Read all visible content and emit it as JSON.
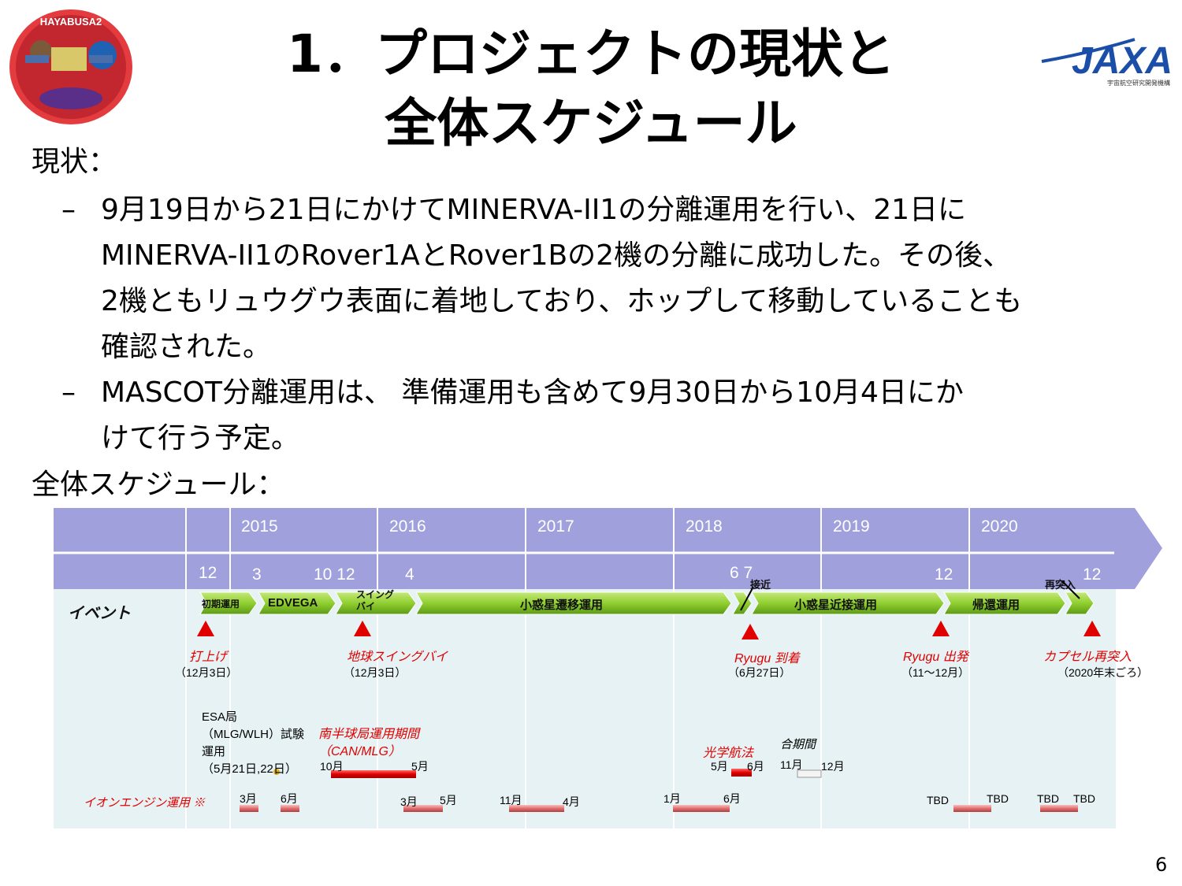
{
  "slide": {
    "title_line1": "1．プロジェクトの現状と",
    "title_line2": "全体スケジュール",
    "page_number": "6"
  },
  "logos": {
    "hayabusa_text": "HAYABUSA2",
    "jaxa_text": "JAXA",
    "jaxa_sub": "宇宙航空研究開発機構"
  },
  "status": {
    "heading": "現状：",
    "bullets": [
      {
        "dash": "–",
        "lines": [
          "9月19日から21日にかけてMINERVA-II1の分離運用を行い、21日に",
          "MINERVA-II1のRover1AとRover1Bの2機の分離に成功した。その後、",
          "2機ともリュウグウ表面に着地しており、ホップして移動していることも",
          "確認された。"
        ]
      },
      {
        "dash": "–",
        "lines": [
          "MASCOT分離運用は、 準備運用も含めて9月30日から10月4日にか",
          "けて行う予定。"
        ]
      }
    ]
  },
  "schedule": {
    "heading": "全体スケジュール：",
    "years": [
      "2015",
      "2016",
      "2017",
      "2018",
      "2019",
      "2020"
    ],
    "months": [
      "12",
      "3",
      "10 12",
      "4",
      "6 7",
      "12",
      "12"
    ],
    "event_label": "イベント",
    "phases": [
      "初期運用",
      "EDVEGA",
      "スイング\nバイ",
      "小惑星遷移運用",
      "小惑星近接運用",
      "帰還運用"
    ],
    "phase_notes": [
      "接近",
      "再突入"
    ],
    "milestones": [
      {
        "name": "打上げ",
        "date": "（12月3日）"
      },
      {
        "name": "地球スイングバイ",
        "date": "（12月3日）"
      },
      {
        "name": "Ryugu 到着",
        "date": "（6月27日）"
      },
      {
        "name": "Ryugu 出発",
        "date": "（11～12月）"
      },
      {
        "name": "カプセル再突入",
        "date": "（2020年末ごろ）"
      }
    ],
    "esa_lines": [
      "ESA局",
      "（MLG/WLH）試験",
      "運用",
      "（5月21日,22日）"
    ],
    "southern": {
      "lines": [
        "南半球局運用期間",
        "（CAN/MLG）"
      ],
      "start": "10月",
      "end": "5月"
    },
    "optical": {
      "label": "光学航法",
      "start": "5月",
      "end": "6月"
    },
    "conjunction": {
      "label": "合期間",
      "start": "11月",
      "end": "12月"
    },
    "ion_label": "イオンエンジン運用 ※",
    "ion_marks": [
      "3月",
      "6月",
      "3月",
      "5月",
      "11月",
      "4月",
      "1月",
      "6月",
      "TBD",
      "TBD",
      "TBD",
      "TBD"
    ]
  },
  "colors": {
    "header_band": "#9fa0dc",
    "grid_bg": "#e6f2f4",
    "phase_green": "#8fcf2f",
    "milestone_red": "#e00000"
  }
}
